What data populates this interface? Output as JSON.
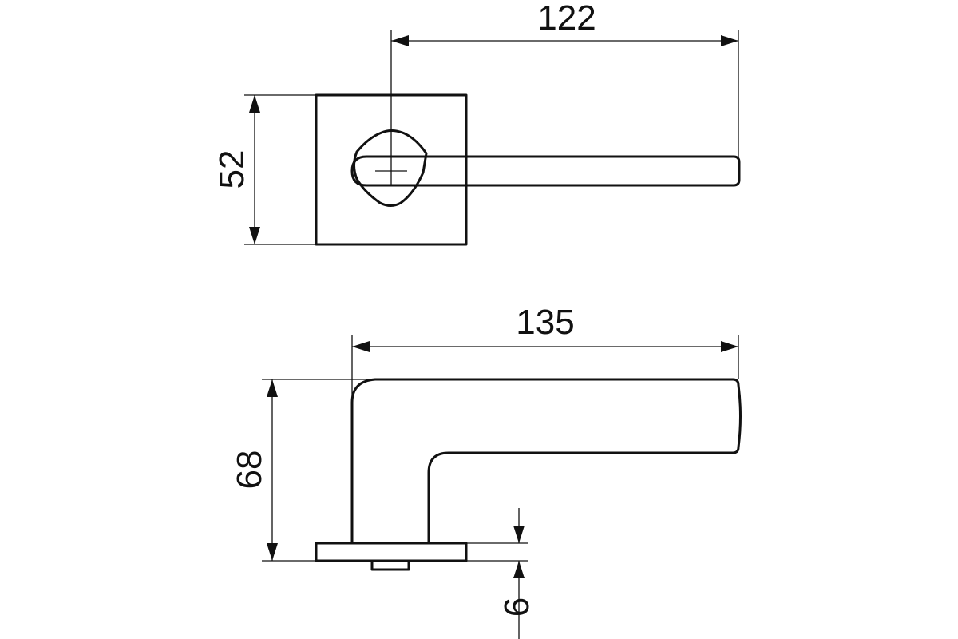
{
  "drawing": {
    "top_view": {
      "width_label": "122",
      "height_label": "52"
    },
    "side_view": {
      "width_label": "135",
      "height_label": "68",
      "rose_thickness_label": "6"
    },
    "colors": {
      "line": "#111111",
      "background": "#ffffff"
    }
  }
}
